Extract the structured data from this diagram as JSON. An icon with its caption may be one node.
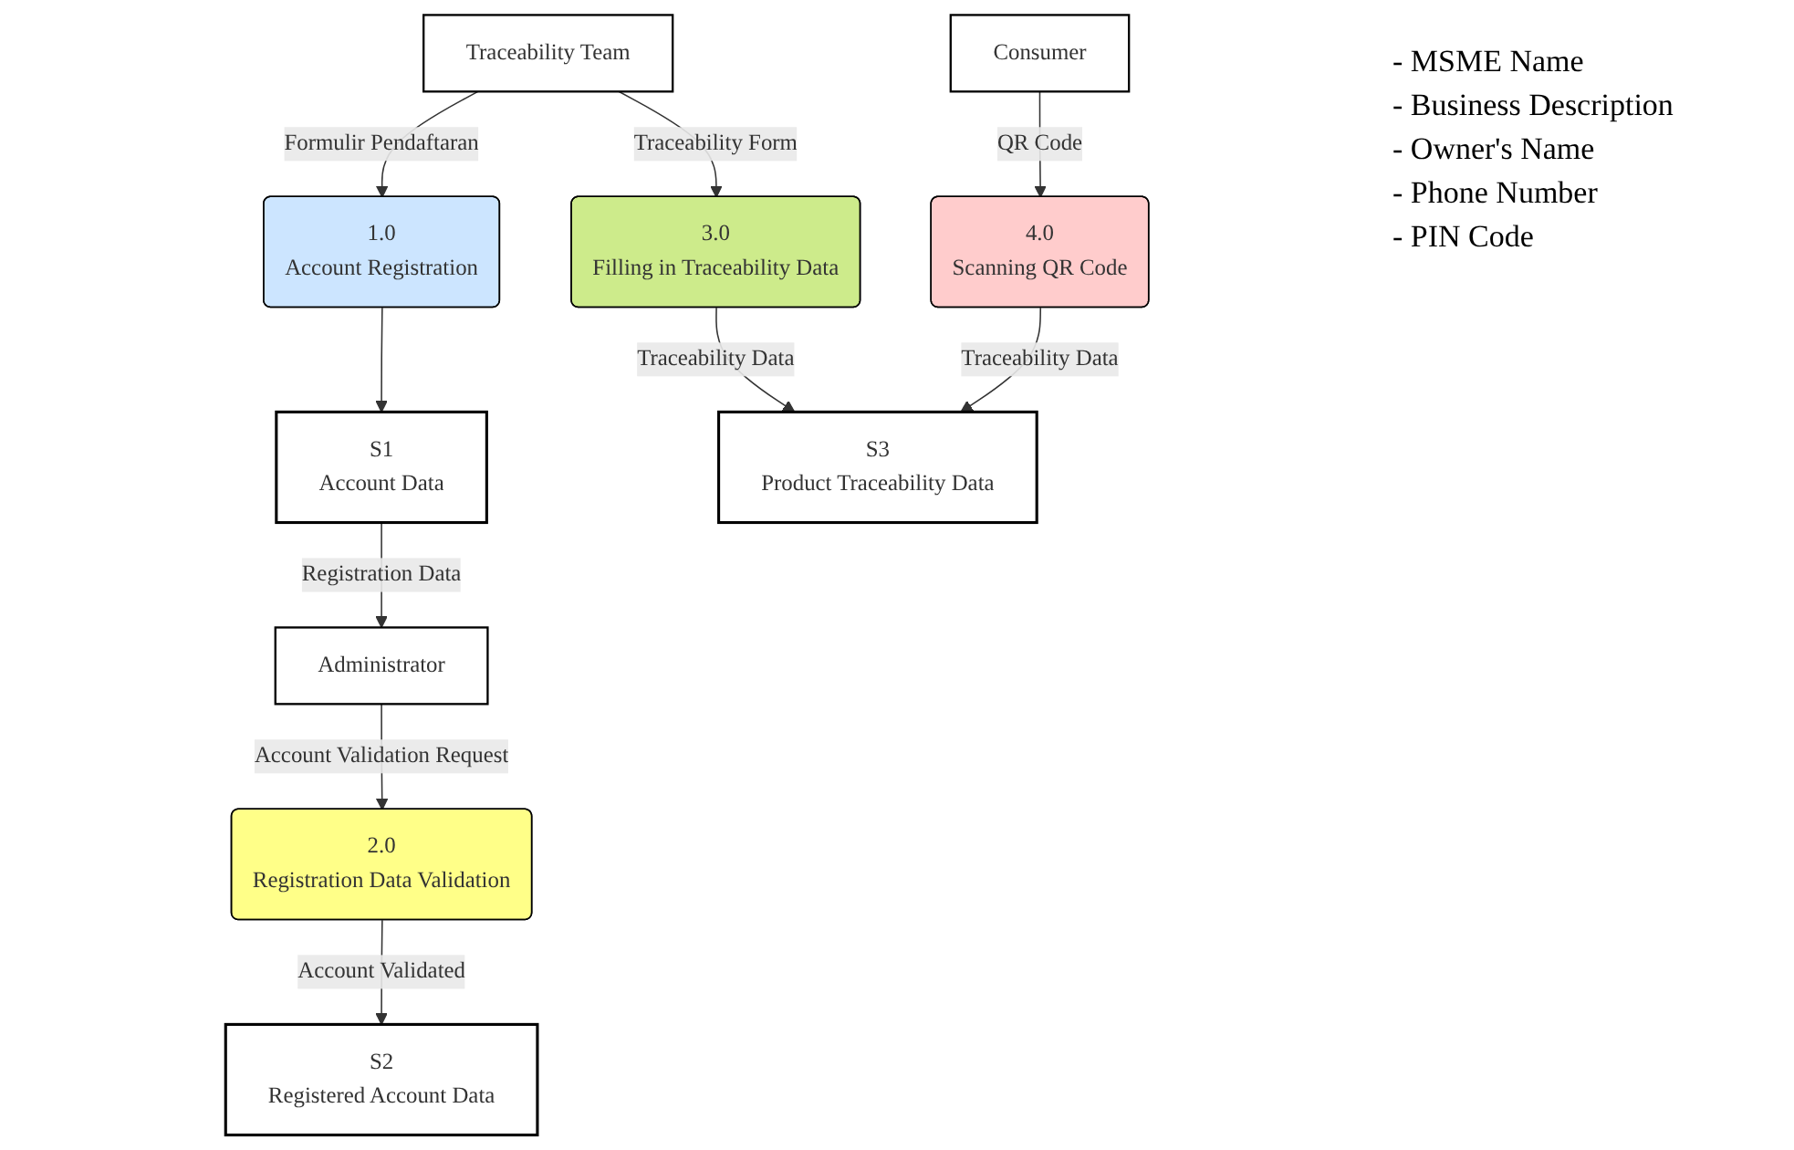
{
  "diagram": {
    "nodes": [
      {
        "text": [
          "Traceability Team"
        ]
      },
      {
        "text": [
          "1.0",
          "Account Registration"
        ]
      },
      {
        "text": [
          "S1",
          "Account Data"
        ]
      },
      {
        "text": [
          "Administrator"
        ]
      },
      {
        "text": [
          "2.0",
          "Registration Data Validation"
        ]
      },
      {
        "text": [
          "S2",
          "Registered Account Data"
        ]
      },
      {
        "text": [
          "3.0",
          "Filling in Traceability Data"
        ]
      },
      {
        "text": [
          "S3",
          "Product Traceability Data"
        ]
      },
      {
        "text": [
          "4.0",
          "Scanning QR Code"
        ]
      },
      {
        "text": [
          "Consumer"
        ]
      }
    ],
    "edges": [
      {
        "from": 0,
        "to": 1,
        "arrow": "to",
        "label": "Formulir Pendaftaran"
      },
      {
        "from": 1,
        "to": 2,
        "arrow": "to"
      },
      {
        "from": 0,
        "to": 6,
        "arrow": "to",
        "label": "Traceability Form"
      },
      {
        "from": 2,
        "to": 3,
        "arrow": "to",
        "label": "Registration Data"
      },
      {
        "from": 3,
        "to": 4,
        "arrow": "to",
        "label": "Account Validation Request"
      },
      {
        "from": 4,
        "to": 5,
        "arrow": "to",
        "label": "Account Validated"
      },
      {
        "from": 6,
        "to": 7,
        "arrow": "to",
        "label": "Traceability Data"
      },
      {
        "from": 8,
        "to": 7,
        "arrow": "to",
        "label": "Traceability Data"
      },
      {
        "from": 9,
        "to": 8,
        "arrow": "to",
        "label": "QR Code"
      }
    ],
    "labels": [
      "- MSME Name",
      "- Business Description",
      "- Owner's Name",
      "- Phone Number",
      "- PIN Code"
    ]
  }
}
